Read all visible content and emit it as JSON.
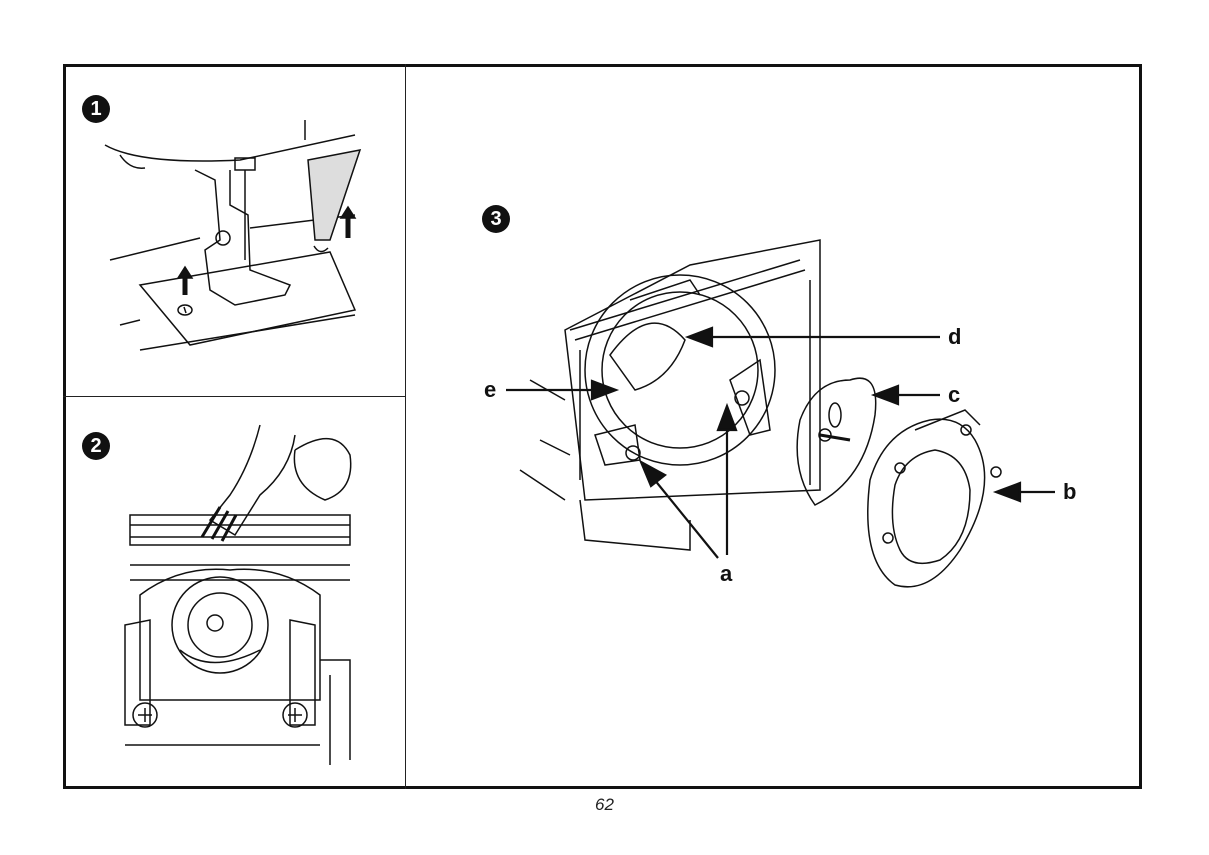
{
  "steps": {
    "one": "1",
    "two": "2",
    "three": "3"
  },
  "labels": {
    "a": "a",
    "b": "b",
    "c": "c",
    "d": "d",
    "e": "e"
  },
  "page_number": "62"
}
